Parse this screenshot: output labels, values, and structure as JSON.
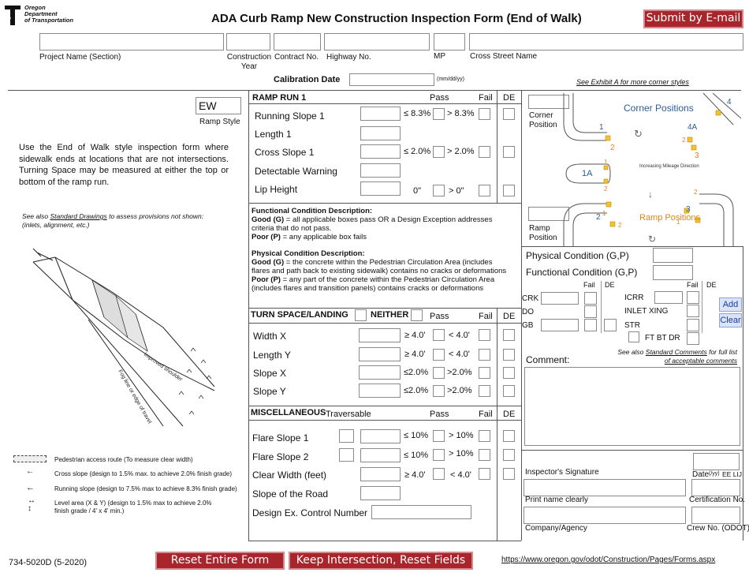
{
  "header": {
    "logo_text": [
      "Oregon",
      "Department",
      "of Transportation"
    ],
    "title": "ADA Curb Ramp New Construction Inspection Form (End of Walk)",
    "submit_label": "Submit by E-mail"
  },
  "project": {
    "project_name_label": "Project Name (Section)",
    "construction_year_label": "Construction Year",
    "contract_no_label": "Contract No.",
    "highway_no_label": "Highway No.",
    "mp_label": "MP",
    "cross_street_label": "Cross Street Name",
    "calibration_label": "Calibration Date",
    "calibration_hint": "(mm/dd/yy)",
    "exhibit_link": "See Exhibit A for more corner styles"
  },
  "left": {
    "ramp_style_value": "EW",
    "ramp_style_label": "Ramp Style",
    "instructions": "Use the End of Walk style inspection form where sidewalk ends at locations that are not intersections. Turning Space may be measured at either the top or bottom of the ramp run.",
    "see_also_prefix": "See also ",
    "see_also_link": "Standard Drawings",
    "see_also_suffix": " to assess provisions not shown:",
    "see_also_line2": "(inlets, alignment, etc.)",
    "legend": [
      {
        "icon": "dotted",
        "text": "Pedestrian access route (To measure clear width)"
      },
      {
        "icon": "arrow-small",
        "text": "Cross slope (design to 1.5% max. to achieve 2.0% finish grade)"
      },
      {
        "icon": "arrow-large",
        "text": "Running slope (design to 7.5% max to achieve 8.3% finish grade)"
      },
      {
        "icon": "arrow-cross",
        "text": "Level area (X & Y) (design to 1.5% max to achieve 2.0%",
        "text2": "finish grade / 4' x 4' min.)"
      }
    ]
  },
  "ramp_run": {
    "title": "RAMP RUN 1",
    "pass": "Pass",
    "fail": "Fail",
    "de": "DE",
    "rows": [
      {
        "label": "Running Slope 1",
        "pass": "≤ 8.3%",
        "fail": "> 8.3%"
      },
      {
        "label": "Length 1",
        "pass": "",
        "fail": ""
      },
      {
        "label": "Cross Slope 1",
        "pass": "≤ 2.0%",
        "fail": "> 2.0%"
      },
      {
        "label": "Detectable Warning",
        "pass": "",
        "fail": ""
      },
      {
        "label": "Lip  Height",
        "pass": "0\"",
        "fail": "> 0\""
      }
    ]
  },
  "functional": {
    "title": "Functional Condition Description:",
    "good_label": "Good (G)",
    "good_text": " = all applicable boxes pass OR a Design Exception addresses criteria that do not pass.",
    "poor_label": "Poor (P)",
    "poor_text": " = any applicable box fails"
  },
  "physical": {
    "title": "Physical Condition Description:",
    "good_label": "Good (G)",
    "good_text": " = the concrete within the Pedestrian Circulation Area (includes flares and path back to existing sidewalk) contains no cracks or deformations",
    "poor_label": "Poor (P)",
    "poor_text": " = any part of the concrete within the Pedestrian Circulation Area (includes flares and transition panels) contains cracks or deformations"
  },
  "turn_space": {
    "title": "TURN SPACE/LANDING",
    "neither": "NEITHER",
    "pass": "Pass",
    "fail": "Fail",
    "de": "DE",
    "rows": [
      {
        "label": "Width X",
        "pass": "≥ 4.0'",
        "fail": "< 4.0'"
      },
      {
        "label": "Length Y",
        "pass": "≥ 4.0'",
        "fail": "< 4.0'"
      },
      {
        "label": "Slope X",
        "pass": "≤2.0%",
        "fail": ">2.0%"
      },
      {
        "label": "Slope Y",
        "pass": "≤2.0%",
        "fail": ">2.0%"
      }
    ]
  },
  "misc": {
    "title": "MISCELLANEOUS",
    "traversable": "Traversable",
    "pass": "Pass",
    "fail": "Fail",
    "de": "DE",
    "rows": [
      {
        "label": "Flare Slope 1",
        "pass": "≤ 10%",
        "fail": "> 10%"
      },
      {
        "label": "Flare Slope 2",
        "pass": "≤ 10%",
        "fail": "> 10%"
      },
      {
        "label": "Clear Width (feet)",
        "pass": "≥ 4.0'",
        "fail": "< 4.0'"
      },
      {
        "label": "Slope of the Road",
        "pass": "",
        "fail": ""
      },
      {
        "label": "Design Ex. Control Number",
        "pass": "",
        "fail": ""
      }
    ]
  },
  "diagram": {
    "corner_position_label": "Corner Position",
    "corner_positions": "Corner Positions",
    "ramp_position_label": "Ramp Position",
    "ramp_positions": "Ramp Positions",
    "mileage": "Increasing Mileage Direction",
    "nums": [
      "1",
      "2",
      "3",
      "4",
      "4A",
      "1A",
      "1",
      "2",
      "3",
      "1",
      "2",
      "1",
      "2"
    ]
  },
  "conditions": {
    "physical_label": "Physical Condition (G,P)",
    "functional_label": "Functional Condition (G,P)",
    "fail": "Fail",
    "de": "DE",
    "left_codes": [
      "CRK",
      "DO",
      "GB"
    ],
    "right_codes": [
      "ICRR",
      "INLET XING",
      "STR"
    ],
    "ft_bt_dr": "FT BT DR",
    "add": "Add",
    "clear": "Clear",
    "see_also_prefix": "See also ",
    "see_also_link": "Standard Comments",
    "see_also_suffix": " for full list",
    "see_also_line2": "of acceptable comments",
    "comment_label": "Comment:"
  },
  "signature": {
    "inspector_label": "Inspector's Signature",
    "date_label": "Date",
    "date_hint": "(/yy)",
    "initials_label": "EE LIJ",
    "print_label": "Print name clearly",
    "cert_label": "Certification No.",
    "company_label": "Company/Agency",
    "crew_label": "Crew No. (ODOT)"
  },
  "footer": {
    "form_no": "734-5020D (5-2020)",
    "reset_label": "Reset Entire Form",
    "keep_label": "Keep Intersection, Reset Fields",
    "url": "https://www.oregon.gov/odot/Construction/Pages/Forms.aspx"
  }
}
